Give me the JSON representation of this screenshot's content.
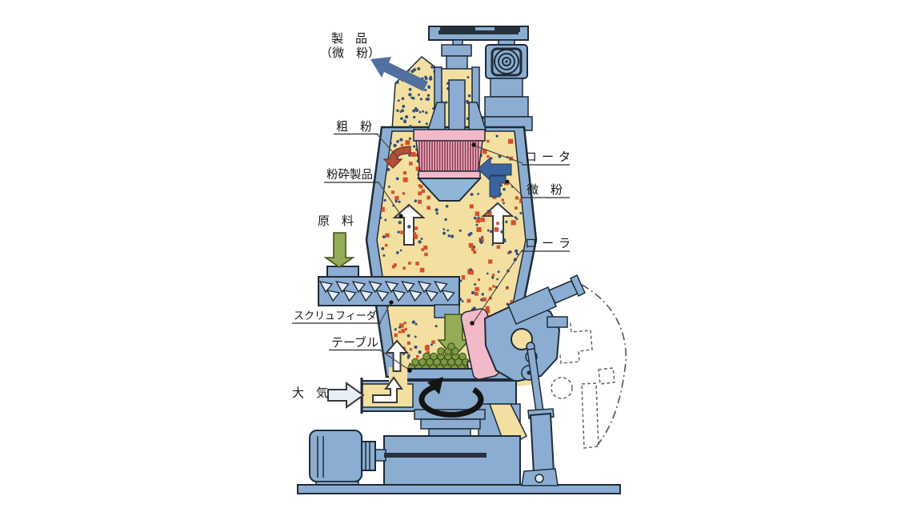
{
  "figure": {
    "labels": {
      "product_line1": "製　品",
      "product_line2": "（微　粉）",
      "coarse_powder": "粗　粉",
      "rotor": "ロータ",
      "pulverized_product": "粉砕製品",
      "fine_powder": "微　粉",
      "raw_material": "原　料",
      "roller": "ローラ",
      "screw_feeder": "スクリュフィーダ",
      "table": "テーブル",
      "air": "大　気"
    },
    "colors": {
      "machine_blue": "#8badd1",
      "cone_blue": "#8fb6d8",
      "interior_beige": "#f3dfa0",
      "rotor_pink": "#f2b9c8",
      "rotor_stripe": "#8f3a50",
      "particle_orange": "#d6502b",
      "particle_navy": "#33507f",
      "arrow_green": "#94ac56",
      "ball_green": "#7d9c42",
      "arrow_rust": "#b0503a",
      "arrow_navy": "#3c639c",
      "arrow_slate": "#50709f",
      "dark_metal": "#28323c",
      "outline": "#1f2b38"
    }
  }
}
